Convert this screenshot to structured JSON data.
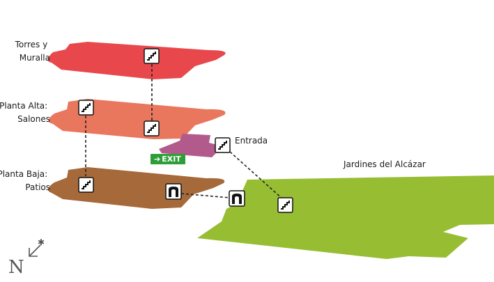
{
  "floors": [
    {
      "label_lines": [
        "Torres y",
        "Muralla"
      ],
      "color": "#E8474C"
    },
    {
      "label_lines": [
        "Planta Alta:",
        "Salones"
      ],
      "color": "#E9775E"
    },
    {
      "label_lines": [
        "Planta Baja:",
        "Patios"
      ],
      "color": "#A6693A"
    }
  ],
  "entrance": {
    "label": "Entrada",
    "color": "#B25A8C"
  },
  "garden": {
    "label": "Jardines del Alcázar",
    "color": "#97BD33"
  },
  "exit_sign": {
    "label": "EXIT",
    "arrow": "➔",
    "color": "#2E9E38"
  },
  "icons": {
    "stairs": "stairs-icon",
    "arch": "archway-icon"
  },
  "compass": {
    "letter": "N",
    "star": "✱"
  }
}
